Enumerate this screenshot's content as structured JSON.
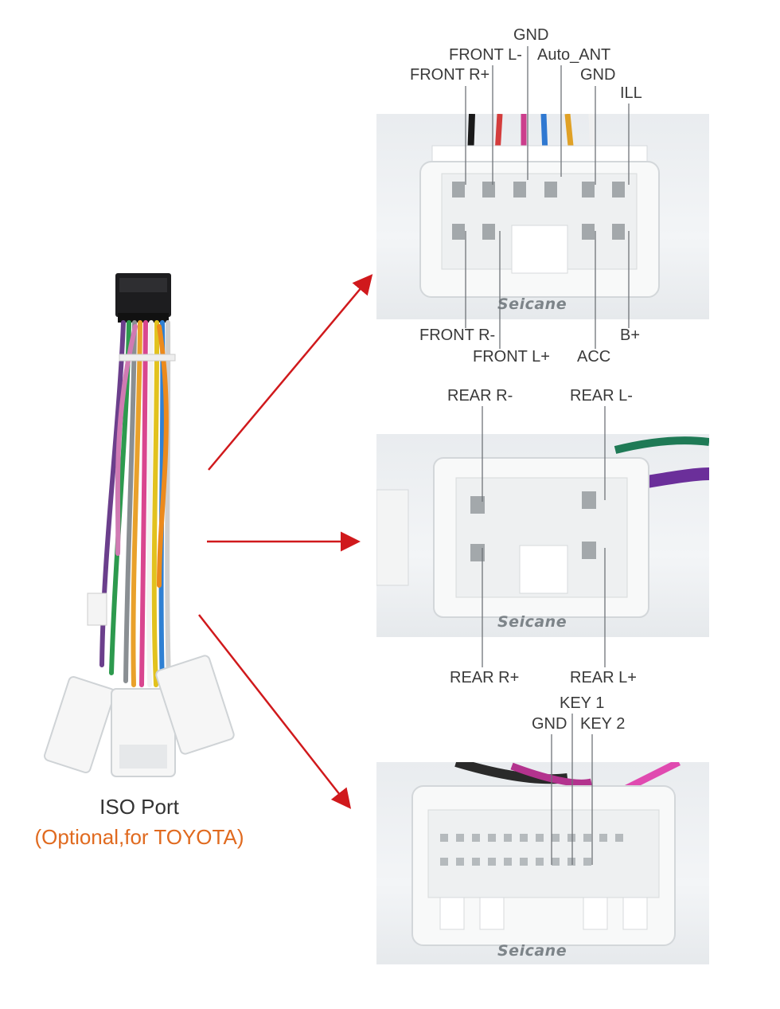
{
  "left_product": {
    "title": "ISO Port",
    "subtitle": "(Optional,for TOYOTA)"
  },
  "brand": "Seicane",
  "connector_1": {
    "labels_top": {
      "gnd_top": "GND",
      "front_l_minus": "FRONT L-",
      "auto_ant": "Auto_ANT",
      "front_r_plus": "FRONT R+",
      "gnd_2": "GND",
      "ill": "ILL"
    },
    "labels_bottom": {
      "front_r_minus": "FRONT R-",
      "b_plus": "B+",
      "front_l_plus": "FRONT L+",
      "acc": "ACC"
    }
  },
  "connector_2": {
    "labels_top": {
      "rear_r_minus": "REAR R-",
      "rear_l_minus": "REAR L-"
    },
    "labels_bottom": {
      "rear_r_plus": "REAR R+",
      "rear_l_plus": "REAR L+"
    }
  },
  "connector_3": {
    "labels_top": {
      "key1": "KEY 1",
      "gnd": "GND",
      "key2": "KEY 2"
    }
  },
  "colors": {
    "arrow": "#d0191c",
    "subtitle": "#e06a1f",
    "connector": "#f7f8f8",
    "pin": "#9aa0a4"
  }
}
